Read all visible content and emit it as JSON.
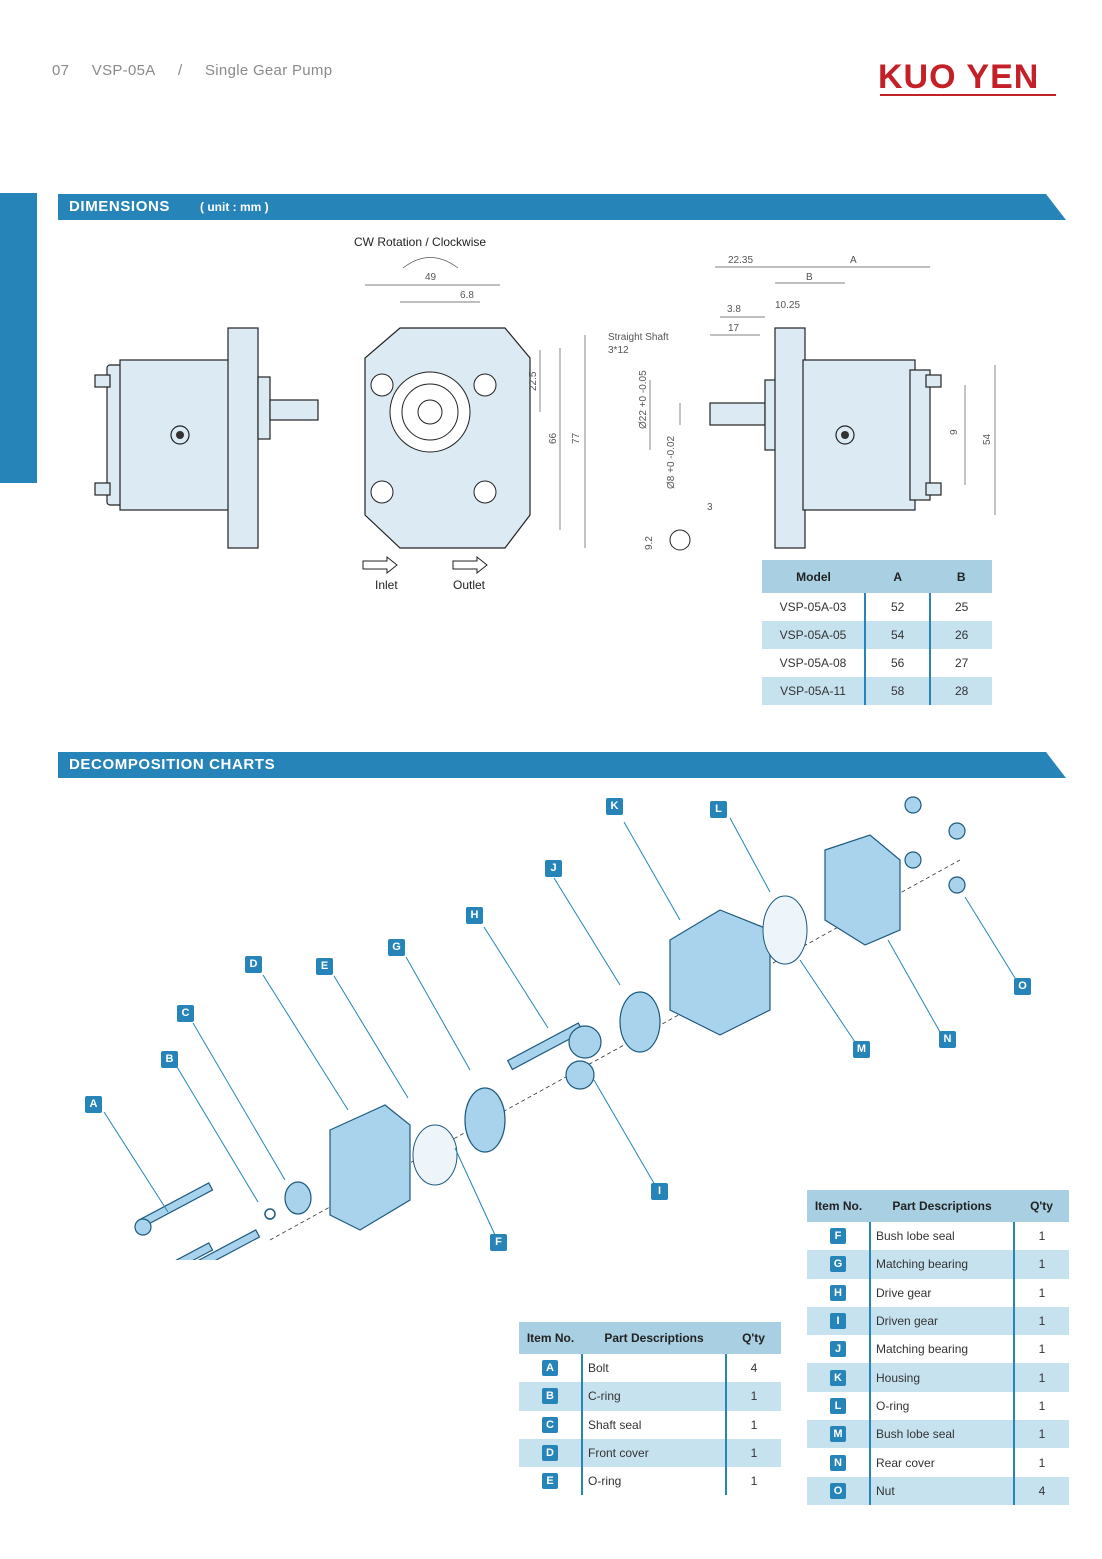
{
  "header": {
    "page_no": "07",
    "model": "VSP-05A",
    "separator": "/",
    "product": "Single Gear Pump",
    "brand": "KUO YEN"
  },
  "dimensions": {
    "title": "DIMENSIONS",
    "unit": "( unit : mm )",
    "rotation_label": "CW Rotation / Clockwise",
    "inlet_label": "Inlet",
    "outlet_label": "Outlet",
    "straight_shaft_label": "Straight Shaft",
    "shaft_key": "3*12",
    "front_dims": [
      "49",
      "6.8",
      "22.5",
      "66",
      "77"
    ],
    "side_dims": [
      "22.35",
      "A",
      "B",
      "3.8",
      "10.25",
      "17",
      "9",
      "54",
      "3",
      "9.2"
    ],
    "dia22": "Ø22",
    "dia22_tol": "+0 -0.05",
    "dia8": "Ø8",
    "dia8_tol": "+0 -0.02"
  },
  "model_table": {
    "headers": [
      "Model",
      "A",
      "B"
    ],
    "rows": [
      [
        "VSP-05A-03",
        "52",
        "25"
      ],
      [
        "VSP-05A-05",
        "54",
        "26"
      ],
      [
        "VSP-05A-08",
        "56",
        "27"
      ],
      [
        "VSP-05A-11",
        "58",
        "28"
      ]
    ]
  },
  "decomposition": {
    "title": "DECOMPOSITION CHARTS",
    "callouts": [
      "A",
      "B",
      "C",
      "D",
      "E",
      "F",
      "G",
      "H",
      "I",
      "J",
      "K",
      "L",
      "M",
      "N",
      "O"
    ]
  },
  "parts_table_left": {
    "headers": [
      "Item No.",
      "Part Descriptions",
      "Q'ty"
    ],
    "rows": [
      [
        "A",
        "Bolt",
        "4"
      ],
      [
        "B",
        "C-ring",
        "1"
      ],
      [
        "C",
        "Shaft seal",
        "1"
      ],
      [
        "D",
        "Front cover",
        "1"
      ],
      [
        "E",
        "O-ring",
        "1"
      ]
    ]
  },
  "parts_table_right": {
    "headers": [
      "Item No.",
      "Part Descriptions",
      "Q'ty"
    ],
    "rows": [
      [
        "F",
        "Bush lobe seal",
        "1"
      ],
      [
        "G",
        "Matching bearing",
        "1"
      ],
      [
        "H",
        "Drive gear",
        "1"
      ],
      [
        "I",
        "Driven gear",
        "1"
      ],
      [
        "J",
        "Matching bearing",
        "1"
      ],
      [
        "K",
        "Housing",
        "1"
      ],
      [
        "L",
        "O-ring",
        "1"
      ],
      [
        "M",
        "Bush lobe seal",
        "1"
      ],
      [
        "N",
        "Rear cover",
        "1"
      ],
      [
        "O",
        "Nut",
        "4"
      ]
    ]
  },
  "colors": {
    "accent": "#2684b8",
    "brand": "#c42027",
    "part_fill": "#a9d3ec",
    "row_alt": "#c7e2ef"
  }
}
